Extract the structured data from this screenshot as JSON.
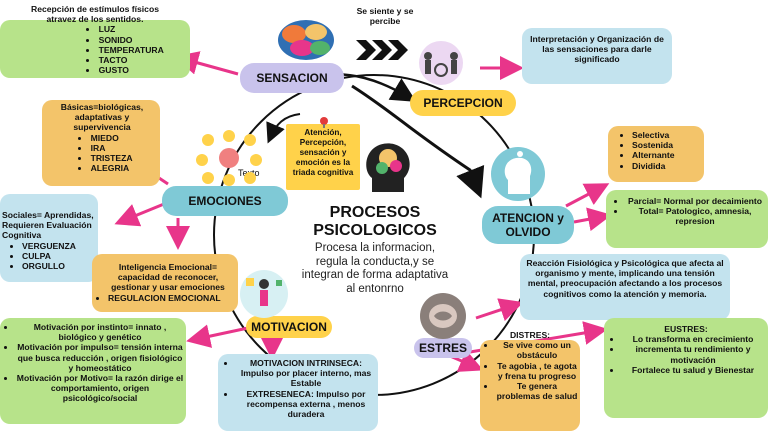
{
  "center": {
    "title": "PROCESOS PSICOLOGICOS",
    "description": "Procesa la informacion, regula la conducta,y se integran de forma adaptativa al entonrno"
  },
  "nodes": {
    "sensacion": "SENSACION",
    "percepcion": "PERCEPCION",
    "atencion": "ATENCION y OLVIDO",
    "emociones": "EMOCIONES",
    "motivacion": "MOTIVACION",
    "estres": "ESTRES"
  },
  "labels": {
    "siente": "Se siente y se percibe",
    "texto": "Texto",
    "atencion_note": "Atención, Percepción, sensación y emoción es la triada cognitiva"
  },
  "sensacion_note": {
    "intro": "Recepción de estímulos físicos atravez de los sentidos.",
    "items": [
      "LUZ",
      "SONIDO",
      "TEMPERATURA",
      "TACTO",
      "GUSTO"
    ]
  },
  "percepcion_note": "Interpretación y Organización de las sensaciones para darle significado",
  "emociones_basicas": {
    "intro": "Básicas=biológicas, adaptativas y supervivencia",
    "items": [
      "MIEDO",
      "IRA",
      "TRISTEZA",
      "ALEGRIA"
    ]
  },
  "emociones_sociales": {
    "intro": "Sociales= Aprendidas, Requieren Evaluación Cognitiva",
    "items": [
      "VERGUENZA",
      "CULPA",
      "ORGULLO"
    ]
  },
  "inteligencia": {
    "intro": "Inteligencia Emocional= capacidad de reconocer, gestionar y usar emociones",
    "items": [
      "REGULACION EMOCIONAL"
    ]
  },
  "atencion_tipos": [
    "Selectiva",
    "Sostenida",
    "Alternante",
    "Dividida"
  ],
  "olvido": [
    "Parcial= Normal por decaimiento",
    "Total= Patologico, amnesia, represion"
  ],
  "estres_note": "Reacción Fisiológica y Psicológica que afecta al organismo y mente, implicando una tensión mental, preocupación afectando a los procesos cognitivos como la atención y memoria.",
  "distres": {
    "title": "DISTRES:",
    "items": [
      "Se vive como un obstáculo",
      "Te agobia , te agota y frena tu progreso",
      "Te genera problemas de salud"
    ]
  },
  "eustres": {
    "title": "EUSTRES:",
    "items": [
      "Lo transforma en crecimiento",
      "incrementa tu rendimiento y motivación",
      "Fortalece tu salud y Bienestar"
    ]
  },
  "motivacion_tipos": [
    "Motivación por instinto= innato , biológico y genético",
    "Motivación por impulso= tensión interna que busca reducción , origen fisiológico y homeostático",
    "Motivación por Motivo= la razón dirige el comportamiento, origen psicológico/social"
  ],
  "motivacion_extra": {
    "intrinseca": "MOTIVACION INTRINSECA: Impulso por placer interno, mas Estable",
    "extrinseca": "EXTRESENECA: Impulso por recompensa externa , menos duradera"
  },
  "colors": {
    "pink": "#e8358a",
    "green": "#b7e38a",
    "orange": "#f3c46a",
    "blue": "#c3e3ee",
    "lavender": "#c9c3ec",
    "yellow": "#ffd24a",
    "teal": "#7fc9d6"
  }
}
